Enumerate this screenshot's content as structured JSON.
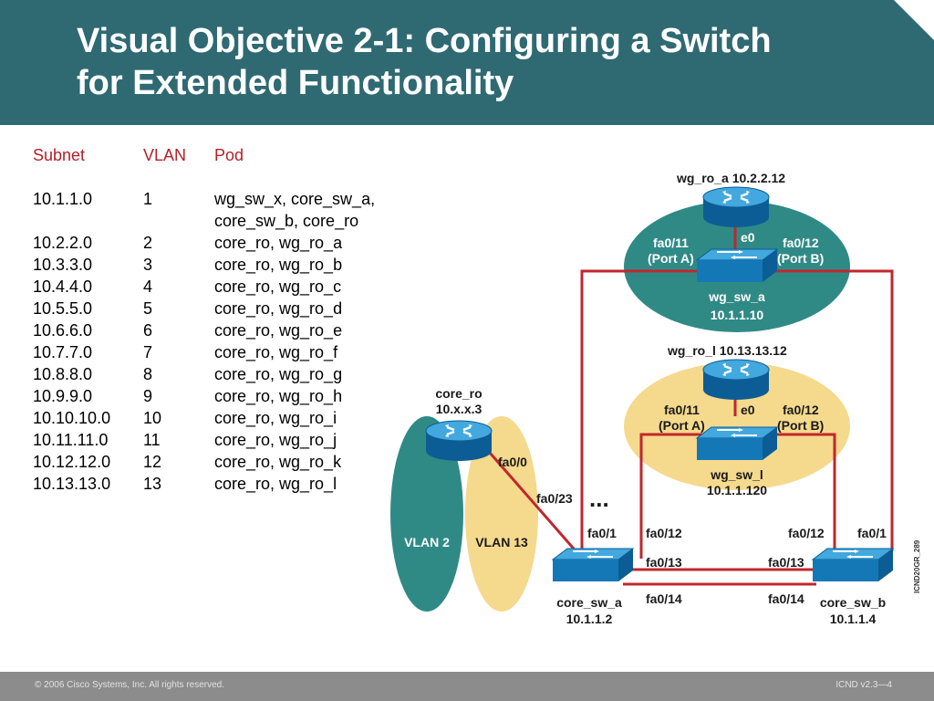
{
  "title": {
    "line1": "Visual Objective 2-1: Configuring a Switch",
    "line2": "for Extended Functionality"
  },
  "table": {
    "headers": [
      "Subnet",
      "VLAN",
      "Pod"
    ],
    "rows": [
      {
        "subnet": "10.1.1.0",
        "vlan": "1",
        "pod": "wg_sw_x, core_sw_a,"
      },
      {
        "subnet": "",
        "vlan": "",
        "pod": "core_sw_b, core_ro"
      },
      {
        "subnet": "10.2.2.0",
        "vlan": "2",
        "pod": "core_ro, wg_ro_a"
      },
      {
        "subnet": "10.3.3.0",
        "vlan": "3",
        "pod": "core_ro, wg_ro_b"
      },
      {
        "subnet": "10.4.4.0",
        "vlan": "4",
        "pod": "core_ro, wg_ro_c"
      },
      {
        "subnet": "10.5.5.0",
        "vlan": "5",
        "pod": "core_ro, wg_ro_d"
      },
      {
        "subnet": "10.6.6.0",
        "vlan": "6",
        "pod": "core_ro, wg_ro_e"
      },
      {
        "subnet": "10.7.7.0",
        "vlan": "7",
        "pod": "core_ro, wg_ro_f"
      },
      {
        "subnet": "10.8.8.0",
        "vlan": "8",
        "pod": "core_ro, wg_ro_g"
      },
      {
        "subnet": "10.9.9.0",
        "vlan": "9",
        "pod": "core_ro, wg_ro_h"
      },
      {
        "subnet": "10.10.10.0",
        "vlan": "10",
        "pod": "core_ro, wg_ro_i"
      },
      {
        "subnet": "10.11.11.0",
        "vlan": "11",
        "pod": "core_ro, wg_ro_j"
      },
      {
        "subnet": "10.12.12.0",
        "vlan": "12",
        "pod": "core_ro, wg_ro_k"
      },
      {
        "subnet": "10.13.13.0",
        "vlan": "13",
        "pod": "core_ro, wg_ro_l"
      }
    ]
  },
  "diagram": {
    "wg_ro_a": "wg_ro_a  10.2.2.12",
    "wg_ro_a_e0": "e0",
    "wg_sw_a_p11a": "fa0/11",
    "wg_sw_a_p11b": "(Port A)",
    "wg_sw_a_p12a": "fa0/12",
    "wg_sw_a_p12b": "(Port B)",
    "wg_sw_a_name": "wg_sw_a",
    "wg_sw_a_ip": "10.1.1.10",
    "wg_ro_l": "wg_ro_l  10.13.13.12",
    "wg_ro_l_e0": "e0",
    "wg_sw_l_p11a": "fa0/11",
    "wg_sw_l_p11b": "(Port A)",
    "wg_sw_l_p12a": "fa0/12",
    "wg_sw_l_p12b": "(Port B)",
    "wg_sw_l_name": "wg_sw_l",
    "wg_sw_l_ip": "10.1.1.120",
    "core_ro_name": "core_ro",
    "core_ro_ip": "10.x.x.3",
    "core_ro_fa00": "fa0/0",
    "vlan2": "VLAN 2",
    "vlan13": "VLAN 13",
    "fa023": "fa0/23",
    "ellipsis": "...",
    "csa_fa01": "fa0/1",
    "csa_fa012": "fa0/12",
    "csa_fa013": "fa0/13",
    "csa_fa014": "fa0/14",
    "csa_name": "core_sw_a",
    "csa_ip": "10.1.1.2",
    "csb_fa012": "fa0/12",
    "csb_fa01": "fa0/1",
    "csb_fa013": "fa0/13",
    "csb_fa014": "fa0/14",
    "csb_name": "core_sw_b",
    "csb_ip": "10.1.1.4",
    "figure_id": "ICND20GR_289"
  },
  "colors": {
    "header": "#2f6a73",
    "teal_zone": "#2f8a86",
    "yellow_zone": "#f5d98d",
    "link": "#c0272d",
    "device": "#1584c6"
  },
  "footer": {
    "copyright": "© 2006 Cisco Systems, Inc. All rights reserved.",
    "page": "ICND v2.3—4"
  }
}
